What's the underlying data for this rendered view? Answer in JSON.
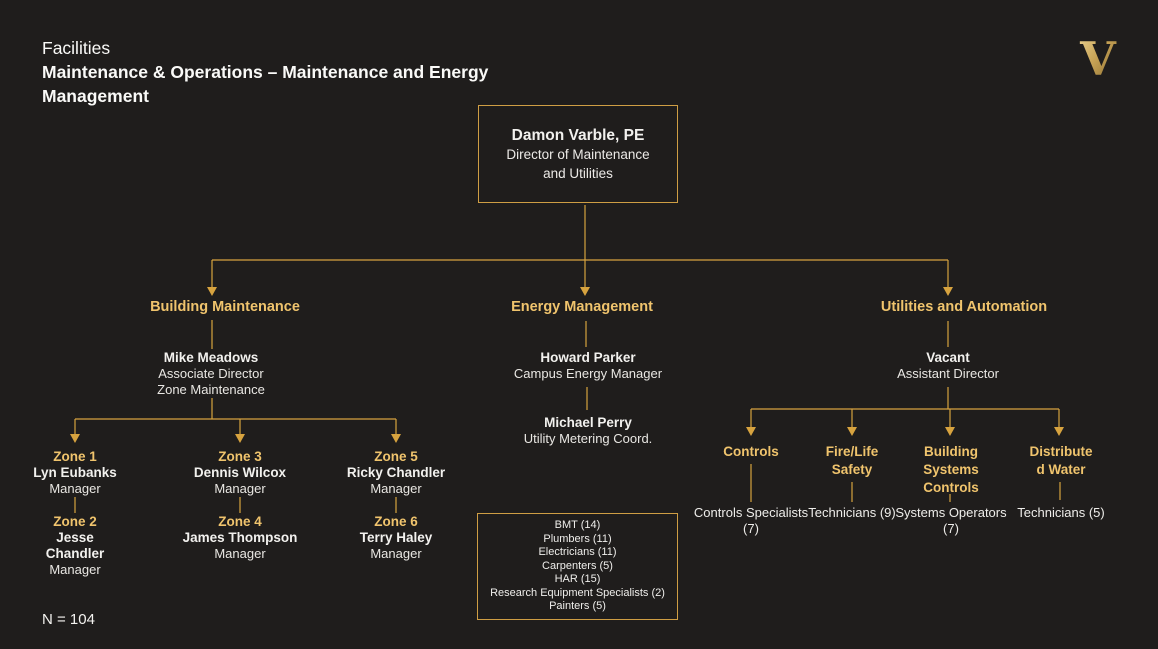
{
  "colors": {
    "background": "#1f1d1c",
    "gold_text": "#f0c46d",
    "gold_line": "#d7a33f",
    "box_border": "#cf9e44",
    "text": "#f2f1ee"
  },
  "header": {
    "line1": "Facilities",
    "line2": "Maintenance & Operations – Maintenance and Energy",
    "line3": "Management"
  },
  "logo": {
    "letter": "V"
  },
  "director": {
    "name": "Damon Varble, PE",
    "role_line1": "Director of Maintenance",
    "role_line2": "and Utilities"
  },
  "building_maintenance": {
    "heading": "Building Maintenance",
    "lead": {
      "name": "Mike Meadows",
      "role_line1": "Associate Director",
      "role_line2": "Zone Maintenance"
    },
    "zones": [
      {
        "zone": "Zone 1",
        "name": "Lyn Eubanks",
        "role": "Manager"
      },
      {
        "zone": "Zone 2",
        "name": "Jesse Chandler",
        "role": "Manager"
      },
      {
        "zone": "Zone 3",
        "name": "Dennis Wilcox",
        "role": "Manager"
      },
      {
        "zone": "Zone 4",
        "name": "James Thompson",
        "role": "Manager"
      },
      {
        "zone": "Zone 5",
        "name": "Ricky Chandler",
        "role": "Manager"
      },
      {
        "zone": "Zone 6",
        "name": "Terry Haley",
        "role": "Manager"
      }
    ]
  },
  "energy_management": {
    "heading": "Energy Management",
    "manager": {
      "name": "Howard Parker",
      "role": "Campus Energy Manager"
    },
    "coordinator": {
      "name": "Michael Perry",
      "role": "Utility Metering Coord."
    },
    "staff_box": [
      "BMT (14)",
      "Plumbers (11)",
      "Electricians (11)",
      "Carpenters (5)",
      "HAR (15)",
      "Research Equipment Specialists (2)",
      "Painters (5)"
    ]
  },
  "utilities_automation": {
    "heading": "Utilities and Automation",
    "lead": {
      "name": "Vacant",
      "role": "Assistant Director"
    },
    "units": [
      {
        "label_lines": [
          "Controls"
        ],
        "staff": "Controls Specialists (7)"
      },
      {
        "label_lines": [
          "Fire/Life",
          "Safety"
        ],
        "staff": "Technicians (9)"
      },
      {
        "label_lines": [
          "Building",
          "Systems",
          "Controls"
        ],
        "staff": "Systems Operators (7)"
      },
      {
        "label_lines": [
          "Distribute",
          "d Water"
        ],
        "staff": "Technicians (5)"
      }
    ]
  },
  "footer": {
    "headcount": "N = 104"
  }
}
